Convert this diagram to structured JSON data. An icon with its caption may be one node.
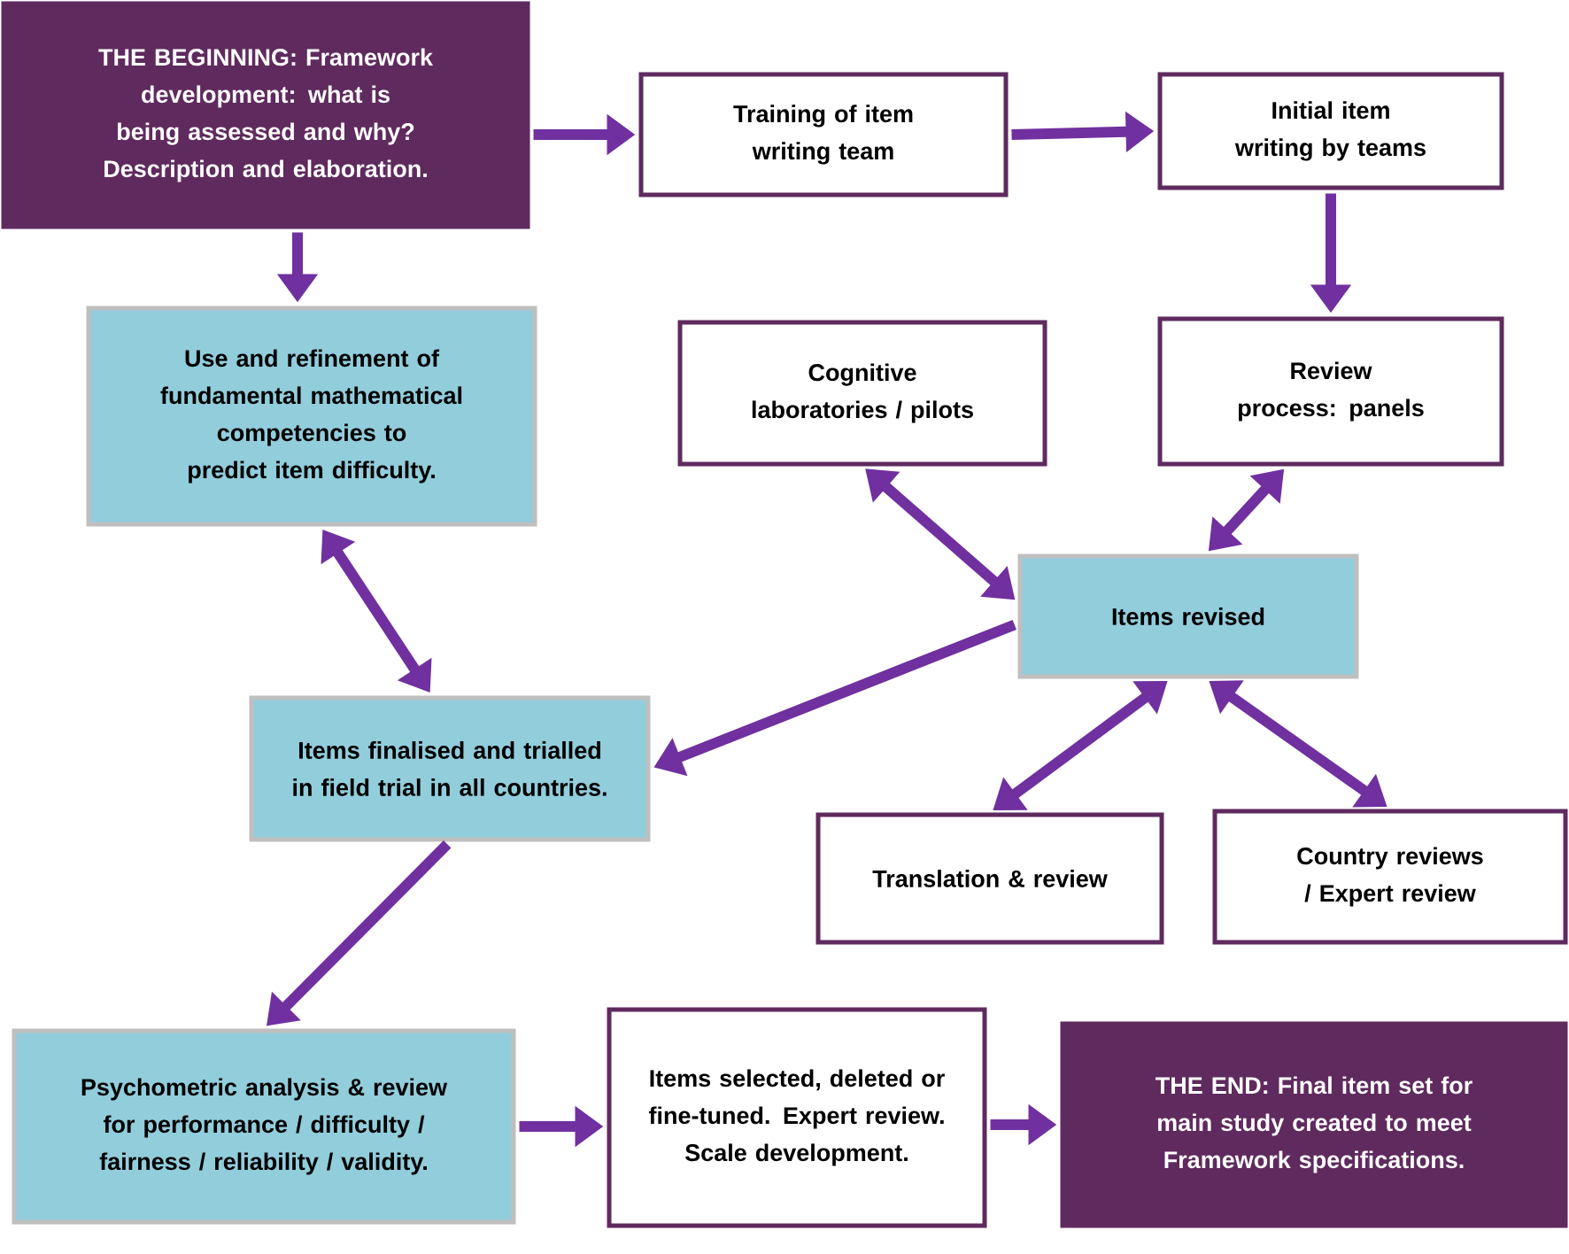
{
  "diagram": {
    "nodes": [
      {
        "text": [
          "THE BEGINNING: Framework development: what is being assessed and why? Description and elaboration."
        ]
      },
      {
        "text": [
          "Training of item writing team"
        ]
      },
      {
        "text": [
          "Initial item writing by teams"
        ]
      },
      {
        "text": [
          "Use and refinement of fundamental mathematical competencies to predict item difficulty."
        ]
      },
      {
        "text": [
          "Cognitive laboratories / pilots"
        ]
      },
      {
        "text": [
          "Review process: panels"
        ]
      },
      {
        "text": [
          "Items revised"
        ]
      },
      {
        "text": [
          "Items finalised and trialled in field trial in all countries."
        ]
      },
      {
        "text": [
          "Translation & review"
        ]
      },
      {
        "text": [
          "Country reviews / Expert review"
        ]
      },
      {
        "text": [
          "Psychometric analysis & review for performance / difficulty / fairness / reliability / validity."
        ]
      },
      {
        "text": [
          "Items selected, deleted or fine-tuned. Expert review. Scale development."
        ]
      },
      {
        "text": [
          "THE END: Final item set for main study created to meet Framework specifications."
        ]
      }
    ],
    "edges": [
      {
        "from": 0,
        "to": 1,
        "arrow": "to"
      },
      {
        "from": 1,
        "to": 2,
        "arrow": "to"
      },
      {
        "from": 2,
        "to": 5,
        "arrow": "to"
      },
      {
        "from": 0,
        "to": 3,
        "arrow": "to"
      },
      {
        "from": 5,
        "to": 6,
        "arrow": "both"
      },
      {
        "from": 4,
        "to": 6,
        "arrow": "both"
      },
      {
        "from": 6,
        "to": 7,
        "arrow": "to"
      },
      {
        "from": 3,
        "to": 7,
        "arrow": "both"
      },
      {
        "from": 6,
        "to": 8,
        "arrow": "both"
      },
      {
        "from": 6,
        "to": 9,
        "arrow": "both"
      },
      {
        "from": 7,
        "to": 10,
        "arrow": "to"
      },
      {
        "from": 10,
        "to": 11,
        "arrow": "to"
      },
      {
        "from": 11,
        "to": 12,
        "arrow": "to"
      }
    ]
  }
}
